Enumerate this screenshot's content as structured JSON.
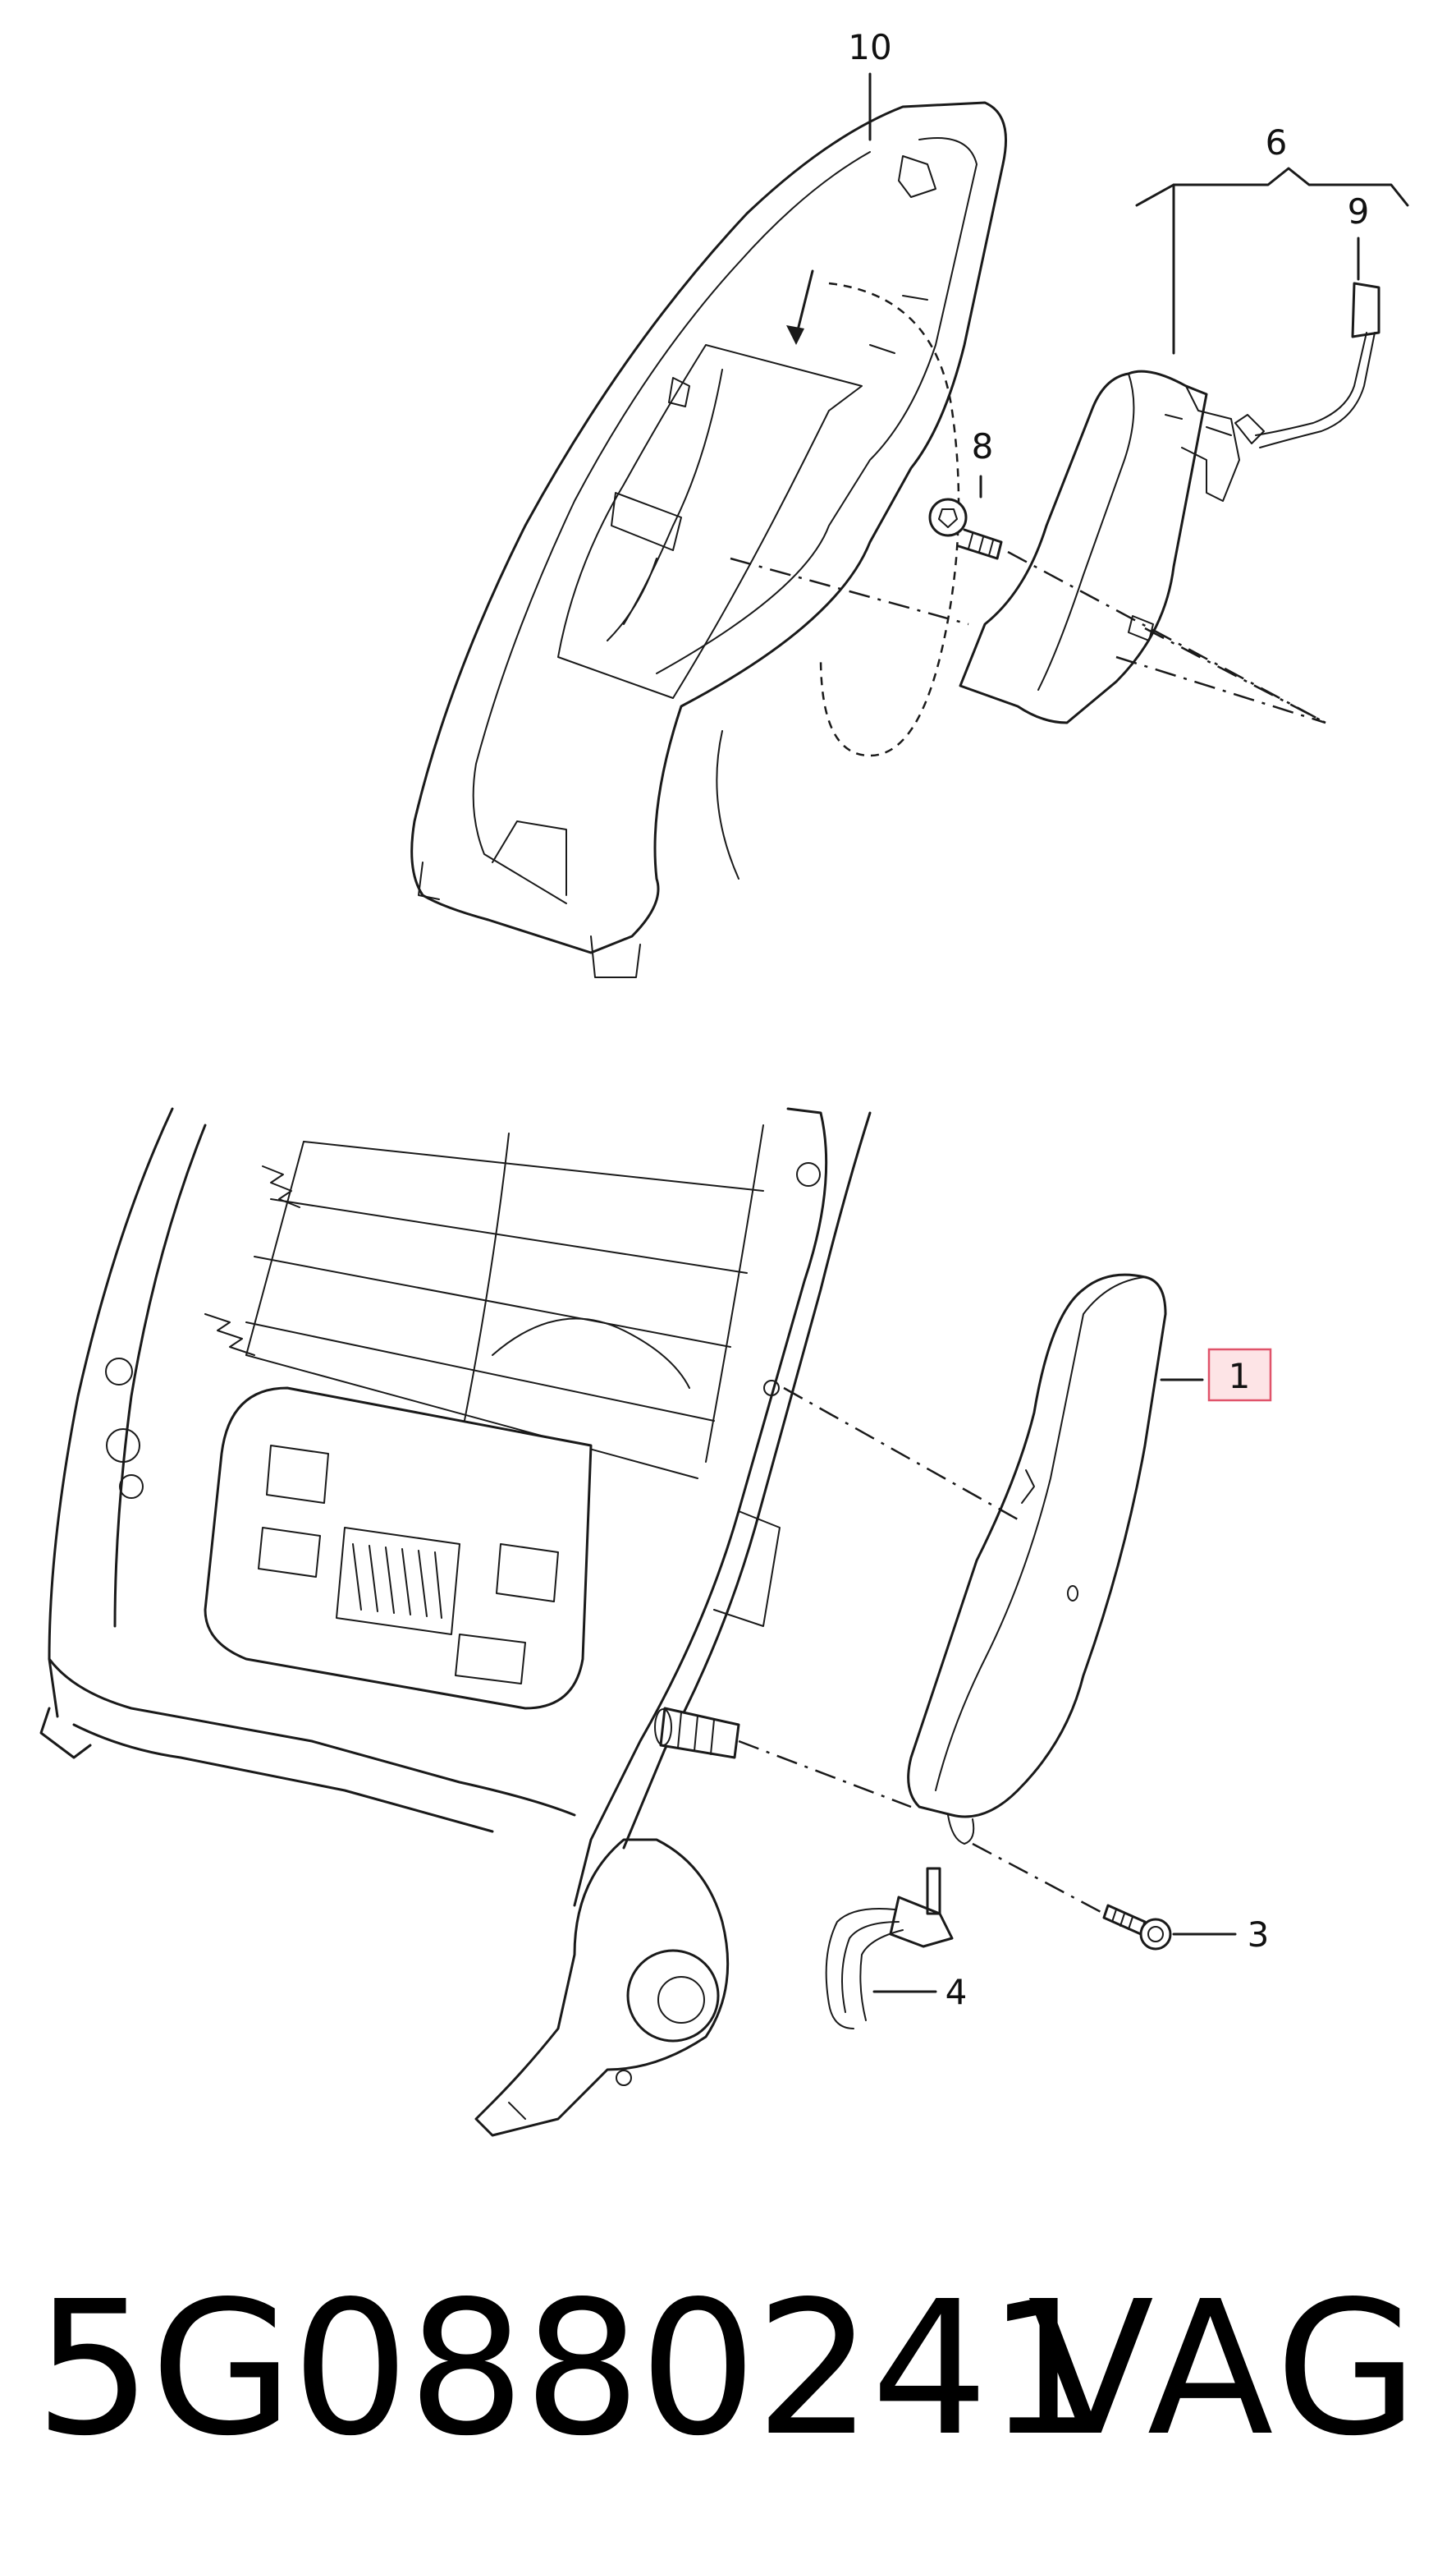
{
  "callouts": {
    "c10": "10",
    "c6": "6",
    "c9": "9",
    "c8": "8",
    "c1": "1",
    "c3": "3",
    "c4": "4"
  },
  "highlight_color": "#e0536a",
  "footer": {
    "part_number": "5G0880241",
    "brand": "VAG"
  }
}
